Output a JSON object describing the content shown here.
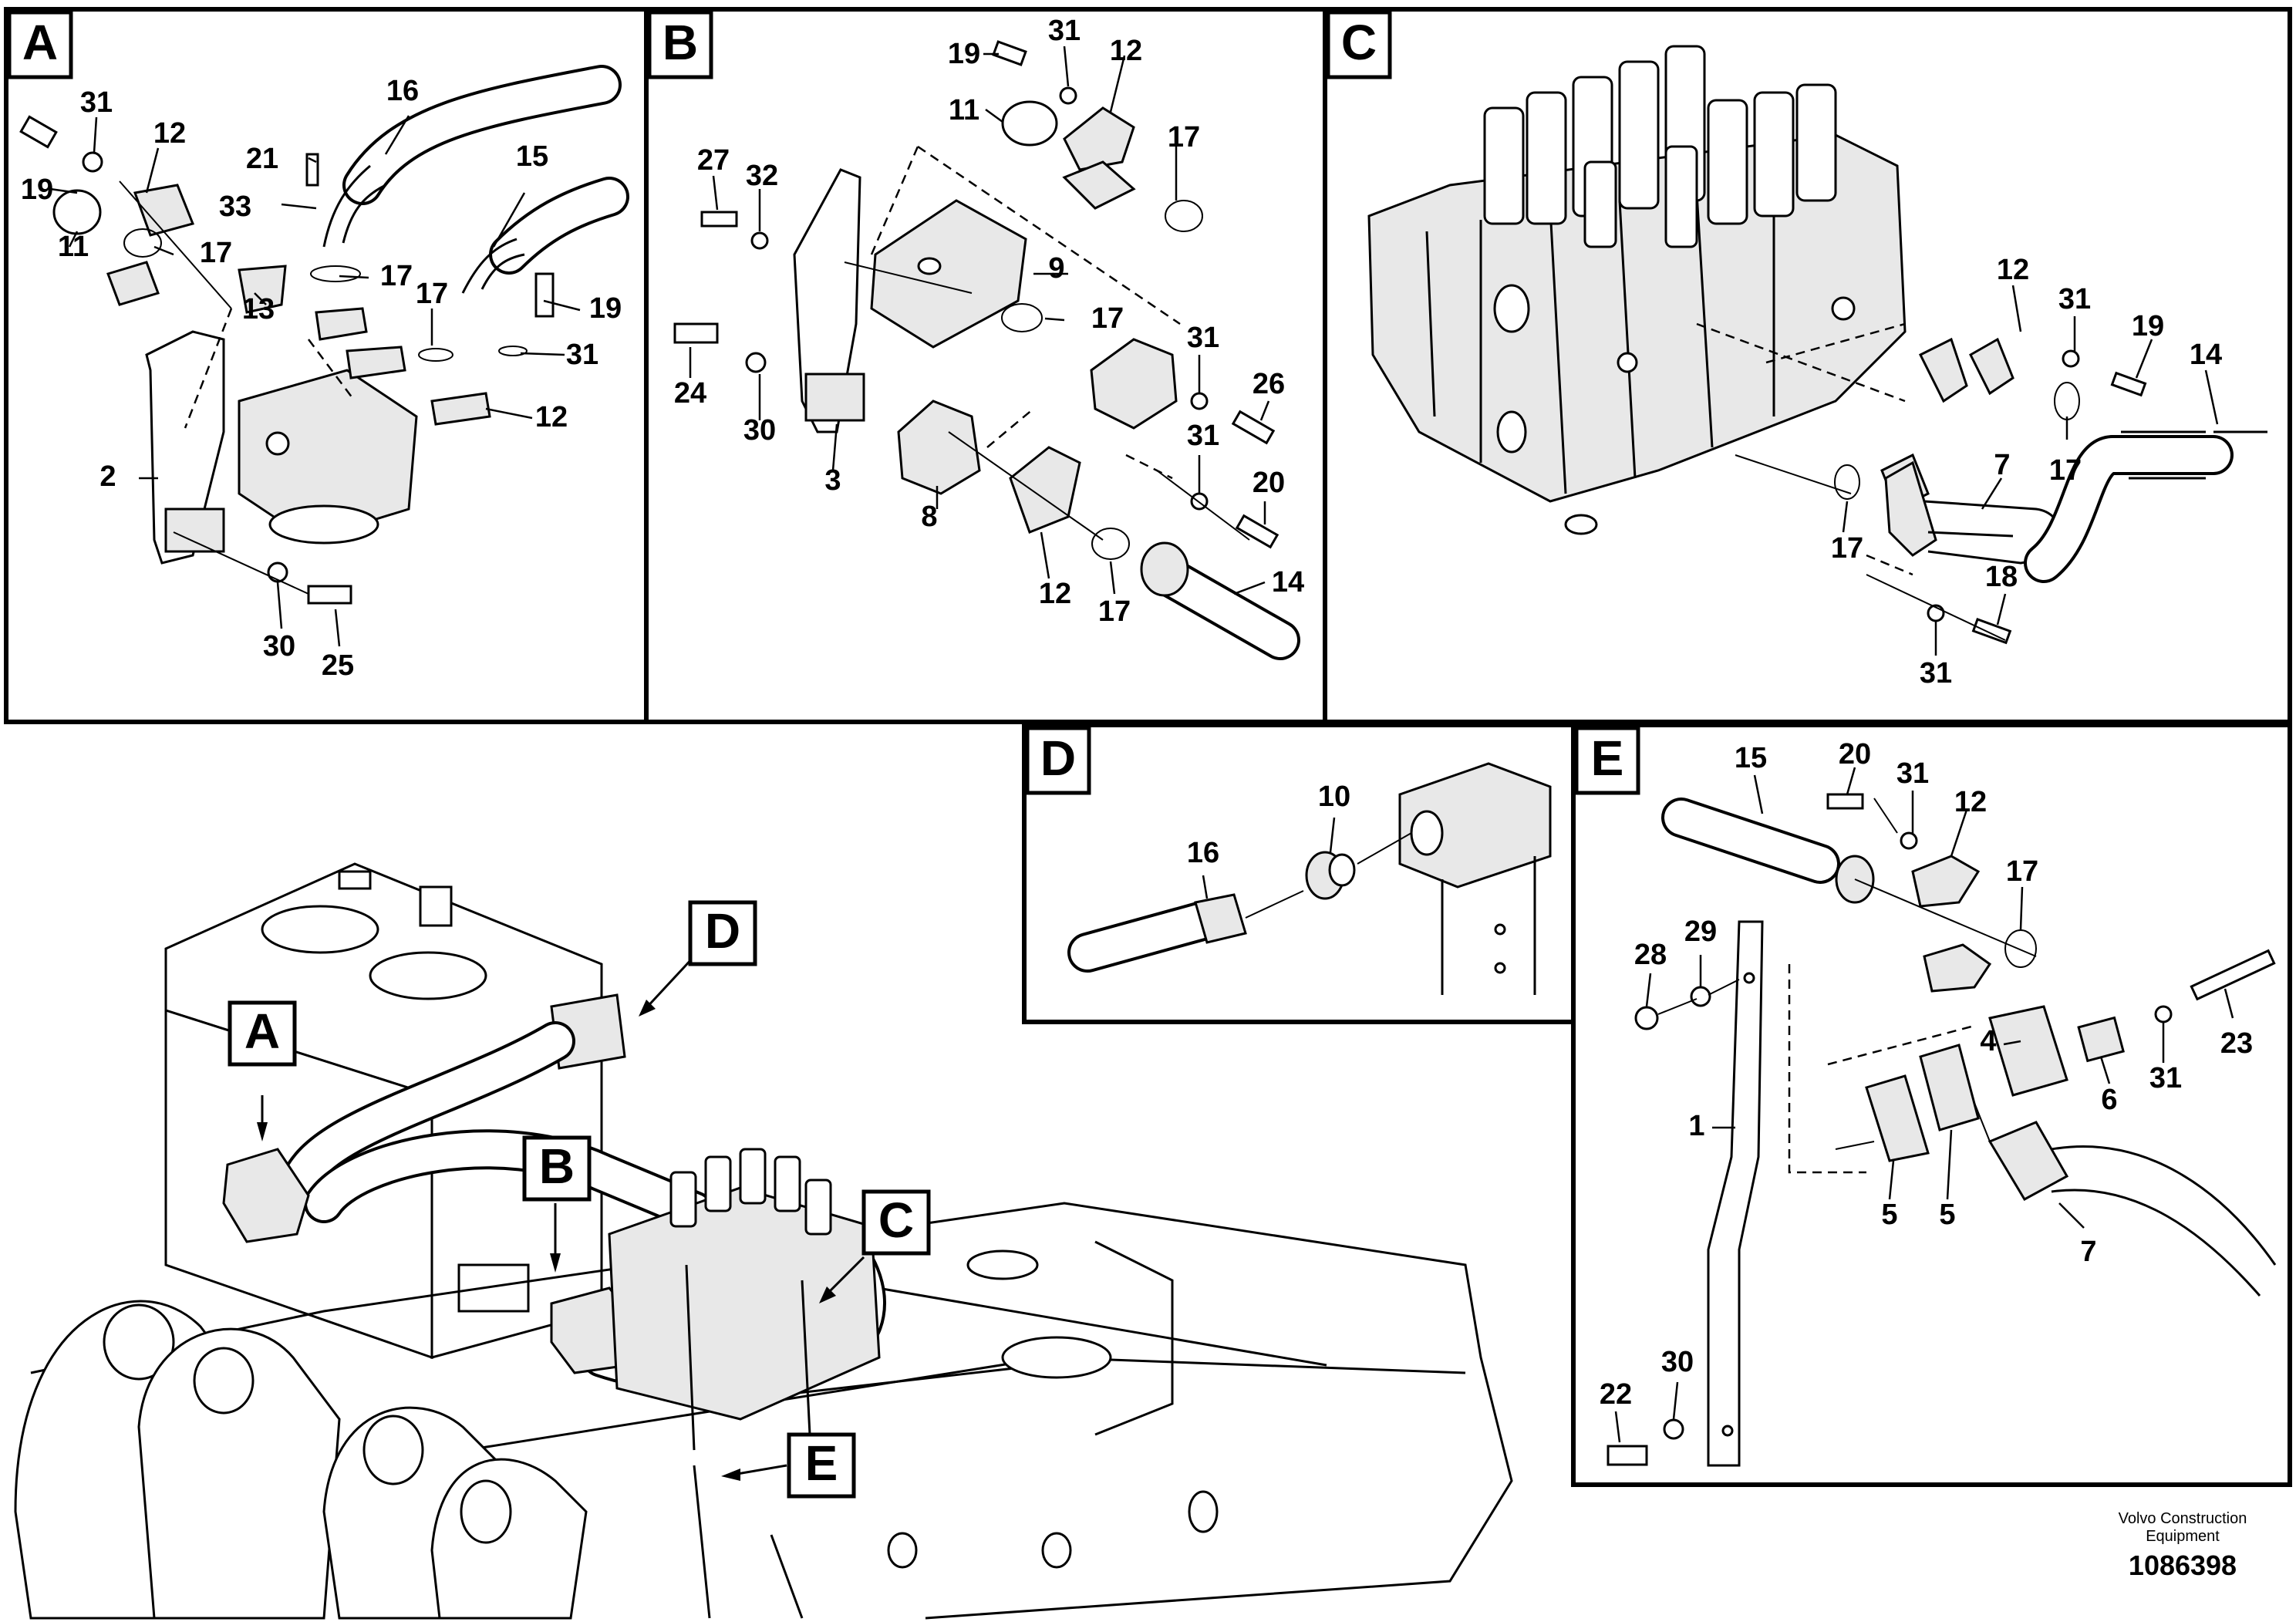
{
  "panels": [
    {
      "letter": "A",
      "callouts": [
        "31",
        "12",
        "19",
        "11",
        "17",
        "21",
        "33",
        "13",
        "16",
        "17",
        "15",
        "17",
        "19",
        "31",
        "12",
        "2",
        "30",
        "25"
      ]
    },
    {
      "letter": "B",
      "callouts": [
        "19",
        "31",
        "12",
        "11",
        "17",
        "27",
        "32",
        "9",
        "17",
        "24",
        "30",
        "3",
        "31",
        "26",
        "31",
        "20",
        "8",
        "12",
        "17",
        "14"
      ]
    },
    {
      "letter": "C",
      "callouts": [
        "12",
        "31",
        "19",
        "14",
        "17",
        "7",
        "17",
        "18",
        "31"
      ]
    },
    {
      "letter": "D",
      "callouts": [
        "16",
        "10"
      ]
    },
    {
      "letter": "E",
      "callouts": [
        "15",
        "20",
        "31",
        "12",
        "17",
        "28",
        "29",
        "4",
        "6",
        "31",
        "23",
        "1",
        "5",
        "5",
        "7",
        "22",
        "30"
      ]
    }
  ],
  "overview_labels": [
    "A",
    "B",
    "C",
    "D",
    "E"
  ],
  "footer": {
    "company_line1": "Volvo Construction",
    "company_line2": "Equipment",
    "doc_number": "1086398"
  },
  "colors": {
    "ink": "#000000",
    "paper": "#ffffff"
  }
}
